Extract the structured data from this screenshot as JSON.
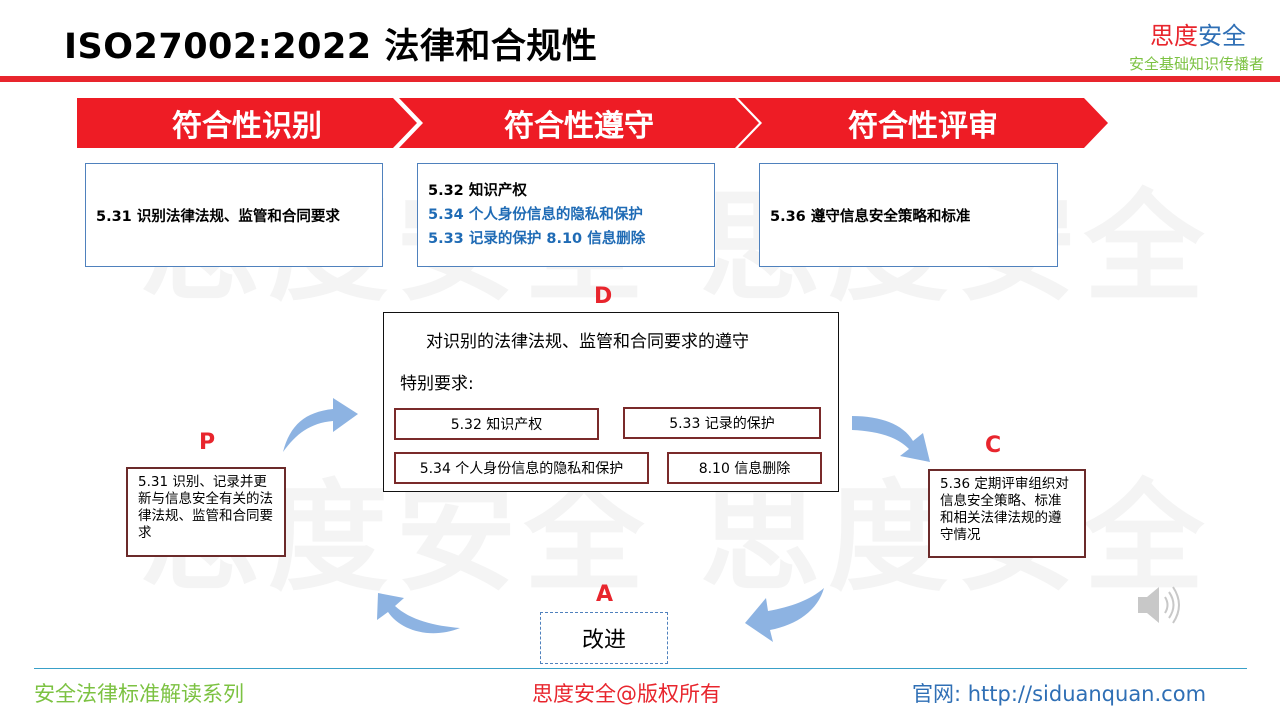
{
  "header": {
    "title": "ISO27002:2022 法律和合规性",
    "brand_part1": "思度",
    "brand_part2": "安全",
    "brand_sub": "安全基础知识传播者",
    "colors": {
      "brand_red": "#e8252d",
      "brand_green": "#7cc242",
      "blue": "#2f6fb5"
    }
  },
  "banner": {
    "items": [
      "符合性识别",
      "符合性遵守",
      "符合性评审"
    ]
  },
  "top_boxes": {
    "box1": "5.31 识别法律法规、监管和合同要求",
    "box2_line1": "5.32 知识产权",
    "box2_line2": "5.34 个人身份信息的隐私和保护",
    "box2_line3": "5.33 记录的保护  8.10 信息删除",
    "box3": "5.36 遵守信息安全策略和标准"
  },
  "watermark": "思度安全",
  "cycle": {
    "d_letter": "D",
    "p_letter": "P",
    "c_letter": "C",
    "a_letter": "A",
    "d_title": "对识别的法律法规、监管和合同要求的遵守",
    "d_special": "特别要求:",
    "d_items": [
      "5.32 知识产权",
      "5.33 记录的保护",
      "5.34 个人身份信息的隐私和保护",
      "8.10 信息删除"
    ],
    "p_text": "5.31 识别、记录并更新与信息安全有关的法律法规、监管和合同要求",
    "c_text": "5.36 定期评审组织对信息安全策略、标准和相关法律法规的遵守情况",
    "a_text": "改进"
  },
  "footer": {
    "left": "安全法律标准解读系列",
    "middle": "思度安全@版权所有",
    "right": "官网: http://siduanquan.com"
  }
}
